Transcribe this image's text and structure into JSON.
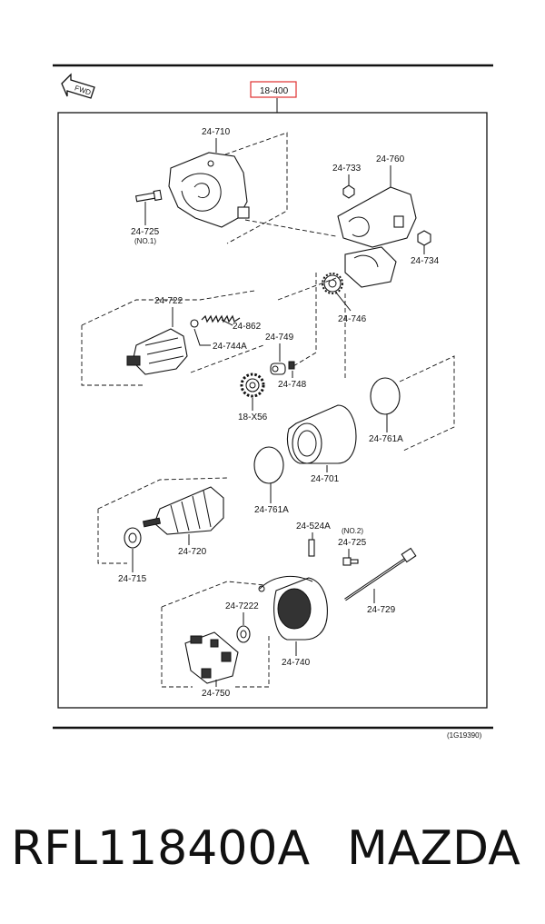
{
  "diagram": {
    "fwd_label": "FWD",
    "group_code": "18-400",
    "group_code_color": "#e03030",
    "figure_code": "(1G19390)",
    "parts": {
      "p24_710": "24-710",
      "p24_725_no1": "24-725",
      "p24_725_no1_note": "(NO.1)",
      "p24_733": "24-733",
      "p24_760": "24-760",
      "p24_734": "24-734",
      "p24_746": "24-746",
      "p24_722": "24-722",
      "p24_862": "24-862",
      "p24_744a": "24-744A",
      "p24_749": "24-749",
      "p24_748": "24-748",
      "p18_x56": "18-X56",
      "p24_761a_top": "24-761A",
      "p24_701": "24-701",
      "p24_761a_bottom": "24-761A",
      "p24_720": "24-720",
      "p24_715": "24-715",
      "p24_524a": "24-524A",
      "p24_725_no2_note": "(NO.2)",
      "p24_725_no2": "24-725",
      "p24_729": "24-729",
      "p24_7222": "24-7222",
      "p24_740": "24-740",
      "p24_750": "24-750"
    }
  },
  "footer": {
    "part_number": "RFL118400A",
    "brand": "MAZDA"
  }
}
